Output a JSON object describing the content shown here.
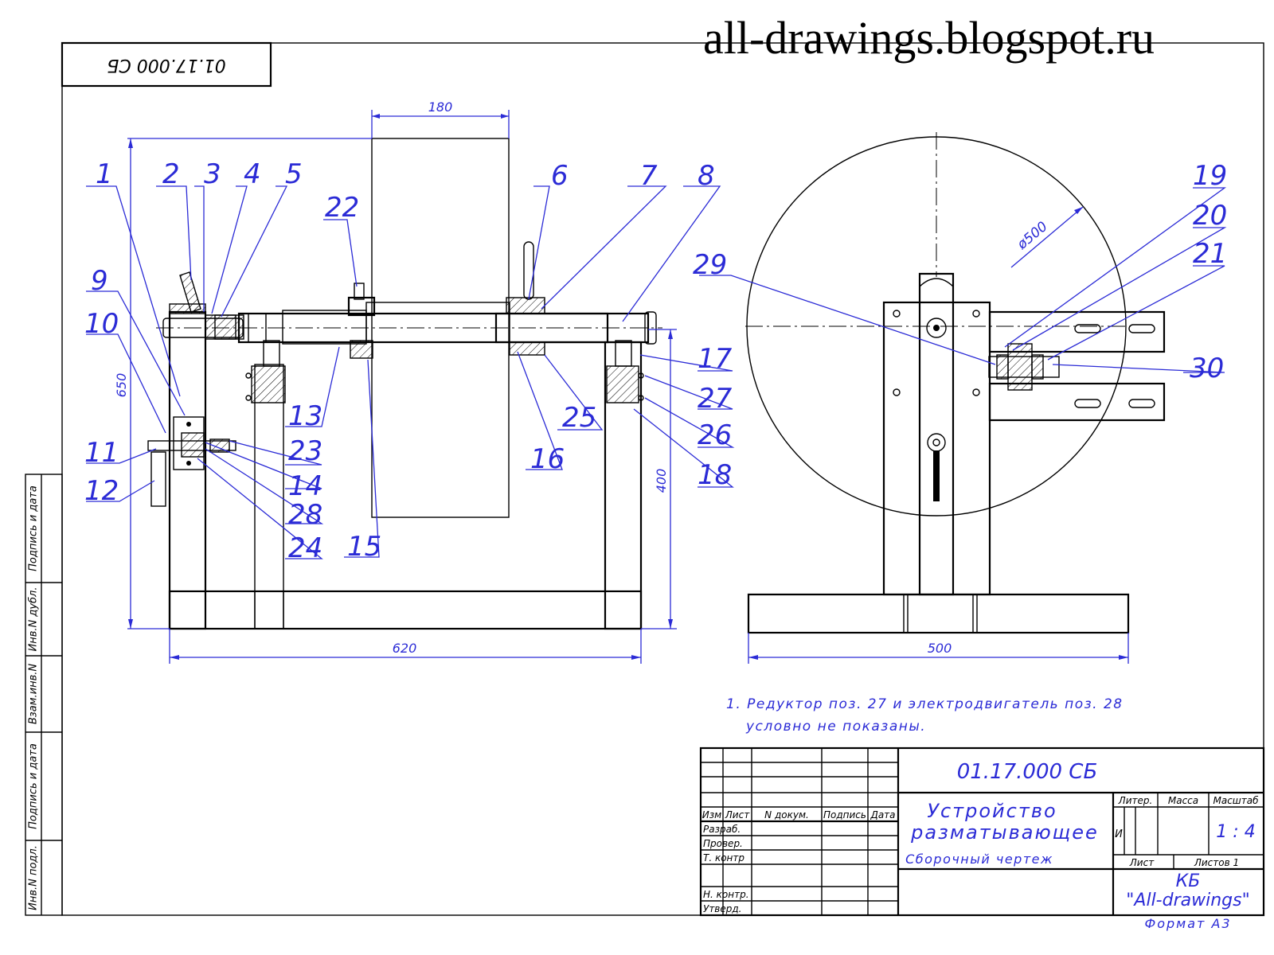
{
  "site_title": "all-drawings.blogspot.ru",
  "corner_stamp": "01.17.000 СБ",
  "side_strip": [
    "Подпись и дата",
    "Инв.N дубл.",
    "Взам.инв.N",
    "Подпись и дата",
    "Инв.N подл."
  ],
  "dimensions": {
    "width_top": "180",
    "height_left": "650",
    "height_right": "400",
    "width_bottom": "620",
    "width_side": "500",
    "diameter": "ø500"
  },
  "positions": [
    "1",
    "2",
    "3",
    "4",
    "5",
    "6",
    "7",
    "8",
    "9",
    "10",
    "11",
    "12",
    "13",
    "14",
    "15",
    "16",
    "17",
    "18",
    "19",
    "20",
    "21",
    "22",
    "23",
    "24",
    "25",
    "26",
    "27",
    "28",
    "29",
    "30"
  ],
  "note": {
    "line1": "1. Редуктор поз. 27 и электродвигатель поз. 28",
    "line2": "условно не показаны."
  },
  "title_block": {
    "designation": "01.17.000 СБ",
    "name_line1": "Устройство",
    "name_line2": "разматывающее",
    "doc_type": "Сборочный чертеж",
    "col_izm": "Изм",
    "col_list": "Лист",
    "col_ndoc": "N докум.",
    "col_sign": "Подпись",
    "col_date": "Дата",
    "row_razrab": "Разраб.",
    "row_prover": "Провер.",
    "row_tkontr": "Т. контр",
    "row_nkontr": "Н. контр.",
    "row_utverzh": "Утверд.",
    "hdr_liter": "Литер.",
    "hdr_massa": "Масса",
    "hdr_masshtab": "Масштаб",
    "liter_value": "И",
    "scale": "1 : 4",
    "list_label": "Лист",
    "sheets_label": "Листов 1",
    "org_line1": "КБ",
    "org_line2": "\"All-drawings\"",
    "format": "Формат А3"
  }
}
